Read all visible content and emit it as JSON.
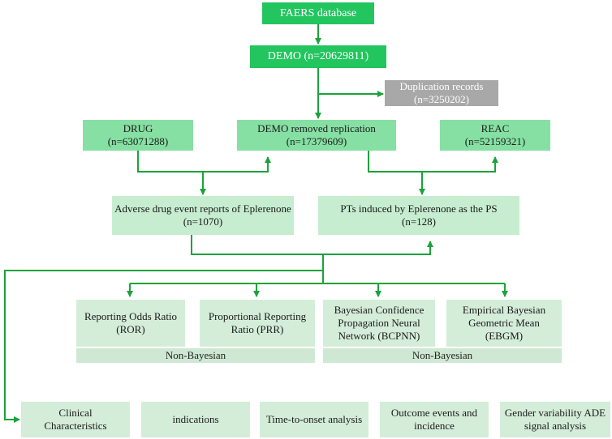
{
  "nodes": {
    "faers": "FAERS database",
    "demo": "DEMO (n=20629811)",
    "duplication_line1": "Duplication records",
    "duplication_line2": "(n=3250202)",
    "drug_line1": "DRUG",
    "drug_line2": "(n=63071288)",
    "demo_removed_line1": "DEMO removed replication",
    "demo_removed_line2": "(n=17379609)",
    "reac_line1": "REAC",
    "reac_line2": "(n=52159321)",
    "ade_line1": "Adverse drug event reports of Eplerenone",
    "ade_line2": "(n=1070)",
    "pts_line1": "PTs induced by Eplerenone as the PS",
    "pts_line2": "(n=128)",
    "ror_line1": "Reporting Odds Ratio",
    "ror_line2": "(ROR)",
    "prr_line1": "Proportional Reporting",
    "prr_line2": "Ratio (PRR)",
    "bcpnn_line1": "Bayesian Confidence",
    "bcpnn_line2": "Propagation Neural",
    "bcpnn_line3": "Network (BCPNN)",
    "ebgm_line1": "Empirical Bayesian",
    "ebgm_line2": "Geometric Mean",
    "ebgm_line3": "(EBGM)",
    "non_bayesian_left": "Non-Bayesian",
    "non_bayesian_right": "Non-Bayesian",
    "clinical_line1": "Clinical",
    "clinical_line2": "Characteristics",
    "indications": "indications",
    "time_to_onset": "Time-to-onset analysis",
    "outcome_line1": "Outcome events and",
    "outcome_line2": "incidence",
    "gender_line1": "Gender variability ADE",
    "gender_line2": "signal analysis"
  },
  "colors": {
    "dark_green": "#22c55e",
    "mid_green": "#86e0a3",
    "light_green": "#c6edcf",
    "gray": "#a8a8a8",
    "arrow": "#1aa33a"
  }
}
